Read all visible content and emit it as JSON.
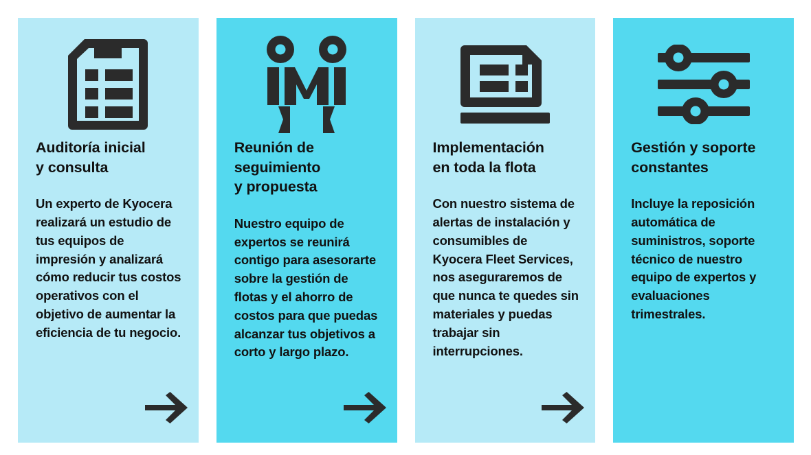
{
  "page": {
    "title": "Proceso de servicio gestionado Kyocera",
    "background_color": "#ffffff"
  },
  "colors": {
    "panel_light": "#b6eaf7",
    "panel_dark": "#54d9ef",
    "ink": "#2b2b2b",
    "text": "#111111"
  },
  "steps": [
    {
      "icon": "clipboard-checklist-icon",
      "tint": "light",
      "title": "Auditoría inicial\ny consulta",
      "body": "Un experto de Kyocera realizará un estudio de tus equipos de impresión y analizará cómo reducir tus costos operativos con el objetivo de aumentar la eficiencia de tu negocio.",
      "arrow": "arrow-right-icon"
    },
    {
      "icon": "handshake-people-icon",
      "tint": "dark",
      "title": "Reunión de\nseguimiento\ny propuesta",
      "body": "Nuestro equipo de expertos se reunirá contigo para asesorarte sobre la gestión de flotas y el ahorro de costos para que puedas alcanzar tus objetivos a corto y largo plazo.",
      "arrow": "arrow-right-icon"
    },
    {
      "icon": "laptop-screen-icon",
      "tint": "light",
      "title": "Implementación\nen toda la flota",
      "body": "Con nuestro sistema de alertas de instalación y consumibles de Kyocera Fleet Services, nos aseguraremos de que nunca te quedes sin materiales y puedas trabajar sin interrupciones.",
      "arrow": "arrow-right-icon"
    },
    {
      "icon": "sliders-settings-icon",
      "tint": "dark",
      "title": "Gestión y soporte\nconstantes",
      "body": "Incluye la reposición automática de suministros, soporte técnico de nuestro equipo de expertos y evaluaciones trimestrales.",
      "arrow": ""
    }
  ]
}
